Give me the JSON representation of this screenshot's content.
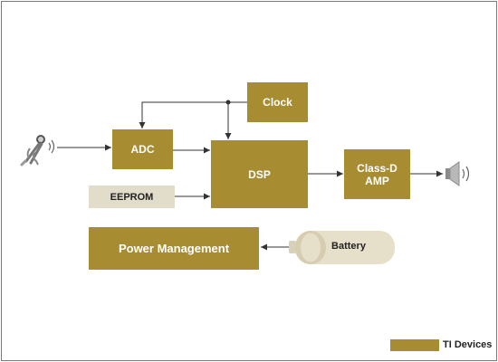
{
  "blocks": {
    "clock": "Clock",
    "adc": "ADC",
    "dsp": "DSP",
    "amp_line1": "Class-D",
    "amp_line2": "AMP",
    "eeprom": "EEPROM",
    "power_management": "Power Management",
    "battery": "Battery"
  },
  "legend": {
    "label": "TI Devices"
  },
  "icons": {
    "input": "microphone-icon",
    "output": "speaker-icon"
  },
  "colors": {
    "ti_device": "#a88c32",
    "non_ti_device": "#e2dccb",
    "battery": "#e6dfca",
    "wire": "#333333"
  }
}
